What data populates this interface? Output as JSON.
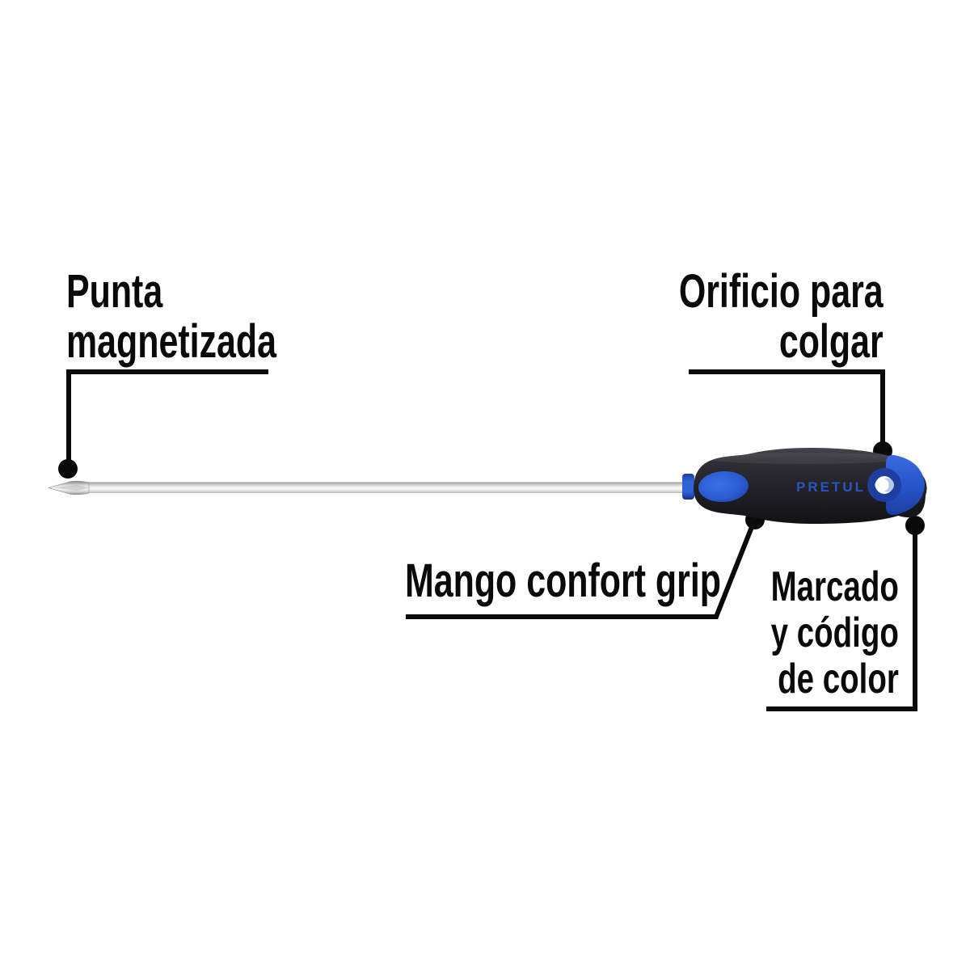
{
  "diagram": {
    "brand_text": "PRETUL",
    "labels": {
      "punta": "Punta\nmagnetizada",
      "orificio": "Orificio para\ncolgar",
      "mango": "Mango confort grip",
      "marcado": "Marcado\ny código\nde color"
    },
    "colors": {
      "callout_black": "#0a0a0a",
      "handle_dark": "#26262c",
      "accent_blue": "#2857cc",
      "boss_dark_blue": "#1e3f9f",
      "brand_blue": "#2a55c0",
      "shaft_gray": "#c9c9c9",
      "background": "#ffffff"
    }
  }
}
